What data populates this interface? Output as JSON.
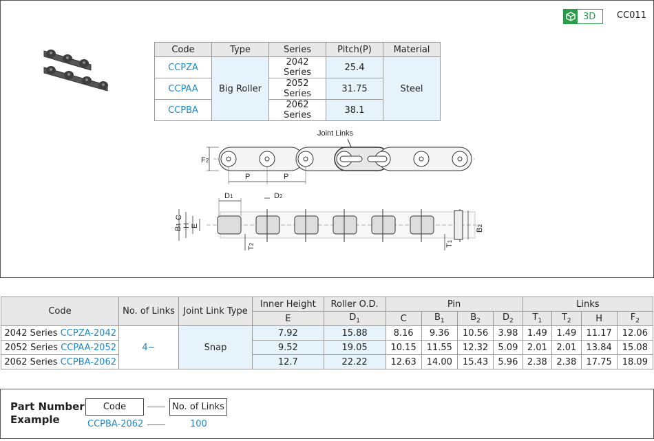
{
  "badge": {
    "label": "3D"
  },
  "product_code": "CC011",
  "spec_table": {
    "headers": [
      "Code",
      "Type",
      "Series",
      "Pitch(P)",
      "Material"
    ],
    "rows": [
      {
        "code": "CCPZA",
        "series": "2042 Series",
        "pitch": "25.4"
      },
      {
        "code": "CCPAA",
        "series": "2052 Series",
        "pitch": "31.75"
      },
      {
        "code": "CCPBA",
        "series": "2062 Series",
        "pitch": "38.1"
      }
    ],
    "type": "Big Roller",
    "material": "Steel"
  },
  "diagram": {
    "joint_links_label": "Joint Links",
    "labels": {
      "p": "P",
      "f": "F",
      "f_sub": "2",
      "d": "D",
      "d1_sub": "1",
      "d2_sub": "2",
      "b": "B",
      "b1_sub": "1",
      "b2_sub": "2",
      "c": "C",
      "h": "H",
      "e": "E",
      "t": "T",
      "t1_sub": "1",
      "t2_sub": "2"
    }
  },
  "dim_table": {
    "headers": {
      "code": "Code",
      "links": "No. of Links",
      "joint": "Joint Link Type",
      "inner": "Inner Height",
      "roller": "Roller O.D.",
      "pin": "Pin",
      "links_group": "Links",
      "e": "E",
      "d": "D",
      "c": "C",
      "b": "B",
      "h": "H",
      "t": "T",
      "f": "F",
      "s1": "1",
      "s2": "2"
    },
    "no_of_links": "4~",
    "joint_type": "Snap",
    "rows": [
      {
        "series": "2042 Series ",
        "code": "CCPZA-2042",
        "E": "7.92",
        "D1": "15.88",
        "C": "8.16",
        "B1": "9.36",
        "B2": "10.56",
        "D2": "3.98",
        "T1": "1.49",
        "T2": "1.49",
        "H": "11.17",
        "F2": "12.06"
      },
      {
        "series": "2052 Series ",
        "code": "CCPAA-2052",
        "E": "9.52",
        "D1": "19.05",
        "C": "10.15",
        "B1": "11.55",
        "B2": "12.32",
        "D2": "5.09",
        "T1": "2.01",
        "T2": "2.01",
        "H": "13.84",
        "F2": "15.08"
      },
      {
        "series": "2062 Series ",
        "code": "CCPBA-2062",
        "E": "12.7",
        "D1": "22.22",
        "C": "12.63",
        "B1": "14.00",
        "B2": "15.43",
        "D2": "5.96",
        "T1": "2.38",
        "T2": "2.38",
        "H": "17.75",
        "F2": "18.09"
      }
    ]
  },
  "part_number": {
    "title_line1": "Part Number",
    "title_line2": "Example",
    "code_label": "Code",
    "links_label": "No. of Links",
    "example_code": "CCPBA-2062",
    "example_links": "100"
  }
}
